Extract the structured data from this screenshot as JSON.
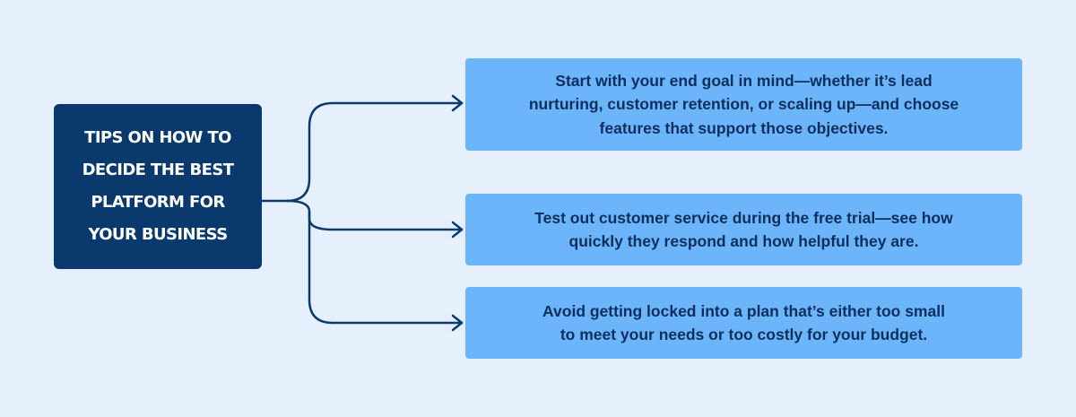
{
  "diagram": {
    "root": {
      "label": "TIPS ON HOW TO\nDECIDE THE BEST\nPLATFORM FOR\nYOUR BUSINESS"
    },
    "tips": [
      {
        "text": "Start with your end goal in mind—whether it’s lead\nnurturing, customer retention, or scaling up—and choose\nfeatures that support those objectives."
      },
      {
        "text": "Test out customer service during the free trial—see how\nquickly they respond and how helpful they are."
      },
      {
        "text": "Avoid getting locked into a plan that’s either too small\nto meet your needs or too costly for your budget."
      }
    ],
    "colors": {
      "background": "#e6f0fc",
      "root_box": "#0a3a6d",
      "tip_box": "#6cb5fb",
      "tip_text": "#0c2f5c",
      "connector": "#0a3a6d"
    }
  }
}
